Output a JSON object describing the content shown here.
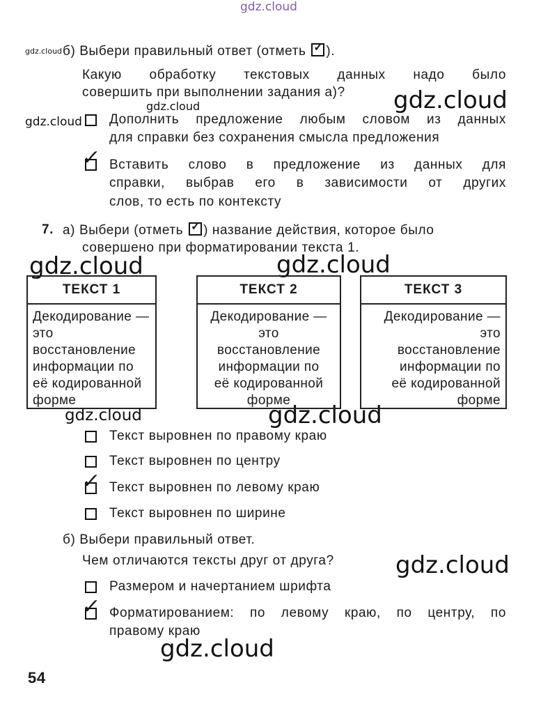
{
  "watermark": "gdz.cloud",
  "q6b": {
    "label": "б) Выбери правильный ответ (отметь",
    "label_end": ").",
    "lines": [
      "Какую обработку текстовых данных надо было",
      "совершить при выполнении задания а)?"
    ],
    "options": [
      {
        "lines": [
          "Дополнить предложение любым словом из данных",
          "для справки без сохранения смысла предложения"
        ],
        "checked": false
      },
      {
        "lines": [
          "Вставить слово в предложение из данных для",
          "справки, выбрав его в зависимости от других",
          "слов, то есть по контексту"
        ],
        "checked": true
      }
    ]
  },
  "q7a": {
    "number": "7.",
    "label": "а) Выбери (отметь",
    "label_end": ") название действия, которое было",
    "line2": "совершено при форматировании текста 1.",
    "texts": [
      {
        "title": "ТЕКСТ 1",
        "lines": [
          "Декодирование —",
          "это",
          "восстановление",
          "информации по",
          "её кодированной",
          "форме"
        ]
      },
      {
        "title": "ТЕКСТ 2",
        "lines": [
          "Декодирование —",
          "это",
          "восстановление",
          "информации по",
          "её кодированной",
          "форме"
        ]
      },
      {
        "title": "ТЕКСТ 3",
        "lines": [
          "Декодирование —",
          "это",
          "восстановление",
          "информации по",
          "её кодированной",
          "форме"
        ]
      }
    ],
    "options": [
      {
        "text": "Текст выровнен по правому краю",
        "checked": false
      },
      {
        "text": "Текст выровнен по центру",
        "checked": false
      },
      {
        "text": "Текст выровнен по левому краю",
        "checked": true
      },
      {
        "text": "Текст выровнен по ширине",
        "checked": false
      }
    ]
  },
  "q7b": {
    "label": "б) Выбери правильный ответ.",
    "question": "Чем отличаются тексты друг от друга?",
    "options": [
      {
        "lines": [
          "Размером и начертанием шрифта"
        ],
        "checked": false
      },
      {
        "lines": [
          "Форматированием: по левому краю, по центру, по",
          "правому краю"
        ],
        "checked": true
      }
    ]
  },
  "page_number": "54"
}
